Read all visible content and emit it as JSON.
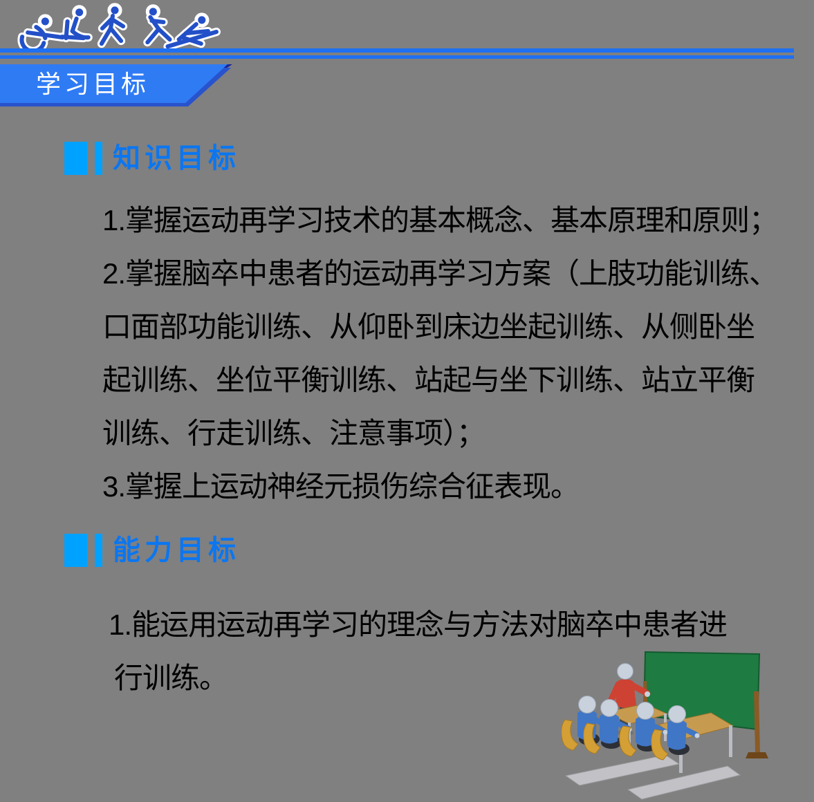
{
  "banner": {
    "title": "学习目标"
  },
  "sections": [
    {
      "heading": "知识目标",
      "lines": [
        "1.掌握运动再学习技术的基本概念、基本原理和原则；",
        "2.掌握脑卒中患者的运动再学习方案（上肢功能训练、",
        "口面部功能训练、从仰卧到床边坐起训练、从侧卧坐",
        "起训练、坐位平衡训练、站起与坐下训练、站立平衡",
        "训练、行走训练、注意事项）；",
        "3.掌握上运动神经元损伤综合征表现。"
      ]
    },
    {
      "heading": "能力目标",
      "lines": [
        "1.能运用运动再学习的理念与方法对脑卒中患者进",
        "行训练。"
      ]
    }
  ],
  "icons": {
    "logo": "rehabilitation-figures-icon",
    "clipart": "classroom-teacher-blackboard-icon"
  },
  "colors": {
    "background": "#808080",
    "rule_blue": "#1F70F2",
    "banner_blue": "#2F7BF4",
    "banner_edge_blue": "#2853CC",
    "banner_apex_navy": "#18249B",
    "heading_blue": "#0B76F0",
    "bullet_azure": "#00A2FF",
    "body_text": "#000000",
    "logo_blue": "#2350C8",
    "board_green": "#1E7B41",
    "teacher_red": "#CE4233",
    "student_blue": "#3F76C6",
    "chair_yellow": "#D49F35"
  }
}
